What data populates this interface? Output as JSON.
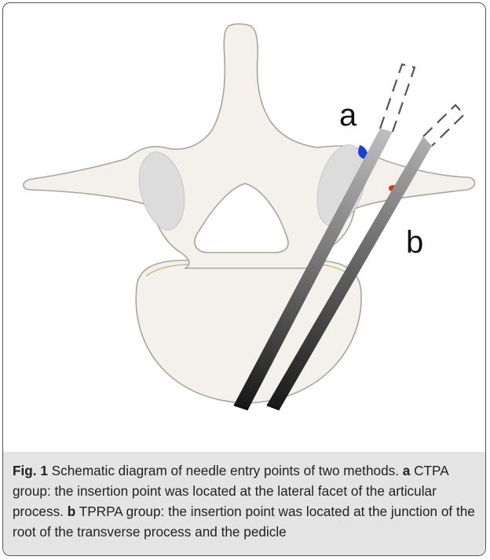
{
  "figure": {
    "labels": {
      "a": "a",
      "b": "b"
    },
    "colors": {
      "bone_fill": "#f4f1ec",
      "bone_outline": "#a9a59c",
      "facet_fill": "#dcdcdc",
      "needle_dark": "#2c2c2c",
      "needle_light": "#a5a5a5",
      "marker_a": "#1a3fe0",
      "marker_b": "#e0301c"
    }
  },
  "caption": {
    "fig_label": "Fig. 1",
    "title": "Schematic diagram of needle entry points of two methods.",
    "a_label": "a",
    "a_text": "CTPA group: the insertion point was located at the lateral facet of the articular process.",
    "b_label": "b",
    "b_text": "TPRPA group: the insertion point was located at the junction of the root of the transverse process and the pedicle"
  }
}
